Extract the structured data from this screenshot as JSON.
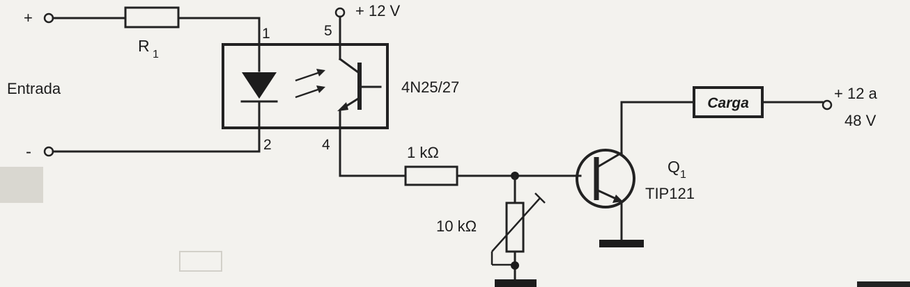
{
  "terminals": {
    "in_plus": "+",
    "in_minus": "-",
    "supply_top": "+ 12 V",
    "supply_load_line1": "+ 12 a",
    "supply_load_line2": "48 V"
  },
  "labels": {
    "input": "Entrada",
    "r1_main": "R",
    "r1_sub": "1",
    "optocoupler": "4N25/27",
    "pin1": "1",
    "pin2": "2",
    "pin4": "4",
    "pin5": "5",
    "r_base": "1 kΩ",
    "trimmer": "10 kΩ",
    "load": "Carga",
    "q1_main": "Q",
    "q1_sub": "1",
    "q1_part": "TIP121"
  }
}
